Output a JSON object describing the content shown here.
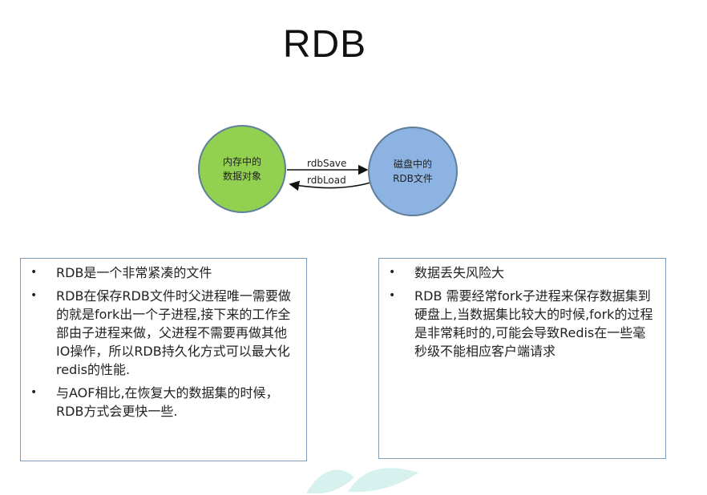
{
  "title": "RDB",
  "diagram": {
    "left_node": {
      "line1": "内存中的",
      "line2": "数据对象",
      "color": "#92d050"
    },
    "right_node": {
      "line1": "磁盘中的",
      "line2": "RDB文件",
      "color": "#8db3e2"
    },
    "arrow_save": "rdbSave",
    "arrow_load": "rdbLoad"
  },
  "left_box": {
    "items": [
      {
        "bullet": "•",
        "text": "RDB是一个非常紧凑的文件"
      },
      {
        "bullet": "•",
        "text": "RDB在保存RDB文件时父进程唯一需要做的就是fork出一个子进程,接下来的工作全部由子进程来做，父进程不需要再做其他IO操作，所以RDB持久化方式可以最大化redis的性能."
      },
      {
        "bullet": "•",
        "text": "与AOF相比,在恢复大的数据集的时候，RDB方式会更快一些."
      }
    ]
  },
  "right_box": {
    "items": [
      {
        "bullet": "•",
        "text": "数据丢失风险大"
      },
      {
        "bullet": "•",
        "text": "RDB 需要经常fork子进程来保存数据集到硬盘上,当数据集比较大的时候,fork的过程是非常耗时的,可能会导致Redis在一些毫秒级不能相应客户端请求"
      }
    ]
  }
}
